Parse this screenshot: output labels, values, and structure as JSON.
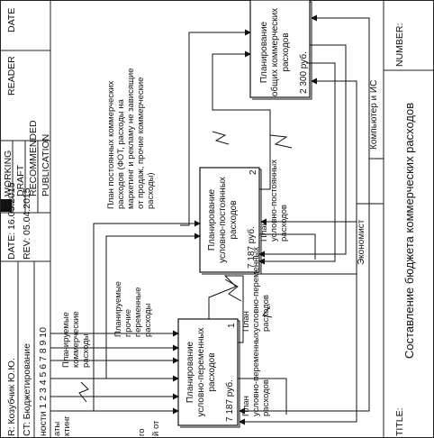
{
  "header": {
    "author": "R: Козубчик Ю.Ю.",
    "project": "CT: Бюджетирование",
    "notes": "ности 1 2 3 4 5 6 7 8 9 10",
    "date": "DATE: 16.03.2015",
    "rev": "REV: 05.04.2015",
    "status": [
      "WORKING",
      "DRAFT",
      "RECOMMENDED",
      "PUBLICATION"
    ],
    "reader": "READER",
    "date_col": "DATE"
  },
  "footer": {
    "title_label": "TITLE:",
    "title": "Составление бюджета коммерческих расходов",
    "number_label": "NUMBER:"
  },
  "blocks": [
    {
      "lines": [
        "Планирование",
        "условно-переменных",
        "расходов"
      ],
      "cost": "7 187 руб.",
      "number": "1"
    },
    {
      "lines": [
        "Планирование",
        "условно-постоянных",
        "расходов"
      ],
      "cost": "7 187 руб.",
      "number": "2"
    },
    {
      "lines": [
        "Планирование",
        "общих коммерческих",
        "расходов"
      ],
      "cost": "2 300 руб.",
      "number": ""
    }
  ],
  "arrows": {
    "input_frag1": [
      "аты",
      "ктинг"
    ],
    "input_frag2": [
      "й от"
    ],
    "input_frag3": [
      "го"
    ],
    "planned_commercial": [
      "Планируемые",
      "коммерческие",
      "расходы"
    ],
    "planned_other": [
      "Планируемые",
      "прочие",
      "переменные",
      "расходы"
    ],
    "fixed_plan": [
      "План постоянных коммерческих",
      "расходов  (ФОТ, расходы на",
      "маркетинг и рекламу не зависящие",
      "от продаж, прочие коммерческие",
      "расходы)"
    ],
    "plan_var_out": [
      "План",
      "условно-переменных",
      "расходов"
    ],
    "plan_var_mid": [
      "План",
      "условно-переменных",
      "расходов"
    ],
    "plan_fixed_out": [
      "План",
      "условно-постоянных",
      "расходов"
    ],
    "economist": "Экономист",
    "computer": "Компьютер и ИС"
  }
}
